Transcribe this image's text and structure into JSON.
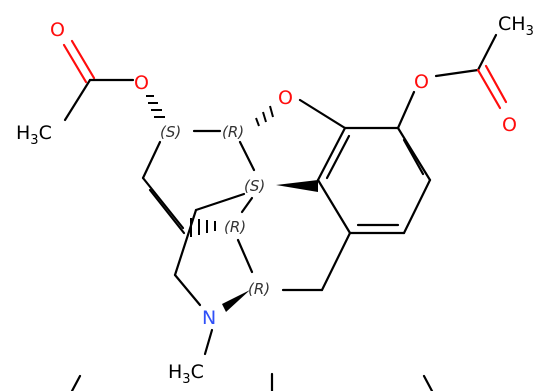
{
  "molecule": {
    "colors": {
      "bond": "#000000",
      "oxygen": "#ff0d0d",
      "nitrogen": "#3050f8",
      "carbon": "#000000"
    },
    "atom_labels": {
      "o_carbonyl_left": "O",
      "o_ester_left": "O",
      "h3c_left": "H",
      "h3c_left_sub": "3",
      "h3c_left_c": "C",
      "o_ring": "O",
      "ch3_right": "CH",
      "ch3_right_sub": "3",
      "o_ester_right": "O",
      "o_carbonyl_right": "O",
      "n": "N",
      "n_methyl": "H",
      "n_methyl_sub": "3",
      "n_methyl_c": "C"
    },
    "stereo_labels": {
      "c6": "(S)",
      "c5": "(R)",
      "c13": "(S)",
      "c14": "(R)",
      "c9": "(R)"
    }
  }
}
